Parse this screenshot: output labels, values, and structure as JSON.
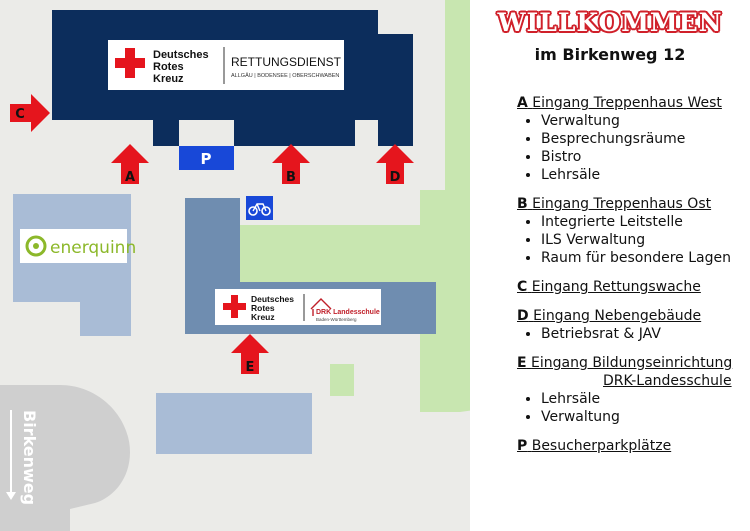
{
  "panel": {
    "title": "WILLKOMMEN",
    "address": "im Birkenweg 12"
  },
  "legend": [
    {
      "letter": "A",
      "title": "Eingang Treppenhaus West",
      "subtitle": "",
      "items": [
        "Verwaltung",
        "Besprechungsräume",
        "Bistro",
        "Lehrsäle"
      ]
    },
    {
      "letter": "B",
      "title": "Eingang Treppenhaus Ost",
      "subtitle": "",
      "items": [
        "Integrierte Leitstelle",
        "ILS Verwaltung",
        "Raum für besondere Lagen"
      ]
    },
    {
      "letter": "C",
      "title": "Eingang Rettungswache",
      "subtitle": "",
      "items": []
    },
    {
      "letter": "D",
      "title": "Eingang Nebengebäude",
      "subtitle": "",
      "items": [
        "Betriebsrat & JAV"
      ]
    },
    {
      "letter": "E",
      "title": "Eingang Bildungseinrichtung",
      "subtitle": "DRK-Landesschule",
      "items": [
        "Lehrsäle",
        "Verwaltung"
      ]
    },
    {
      "letter": "P",
      "title": "Besucherparkplätze",
      "subtitle": "",
      "items": []
    }
  ],
  "map": {
    "arrows": [
      "A",
      "B",
      "C",
      "D",
      "E"
    ],
    "parking_label": "P",
    "street_name": "Birkenweg",
    "sign_main": {
      "line1": "Deutsches",
      "line2": "Rotes",
      "line3": "Kreuz",
      "division": "RETTUNGSDIENST",
      "regions": "ALLGÄU | BODENSEE | OBERSCHWABEN"
    },
    "sign_school": {
      "line1": "Deutsches",
      "line2": "Rotes",
      "line3": "Kreuz",
      "name": "DRK Landesschule",
      "region": "Baden-Württemberg"
    },
    "neighbour_logo": "enerquinn",
    "colors": {
      "main_building": "#0c2d5c",
      "school_building": "#6f8db0",
      "neighbour_building": "#a9bcd6",
      "green": "#c8e6b0",
      "ground": "#ebebe8",
      "arrow": "#e5151d",
      "parking": "#1848d8",
      "street": "#cfcfcf"
    },
    "icons": [
      "bicycle-icon",
      "red-cross-icon"
    ]
  }
}
